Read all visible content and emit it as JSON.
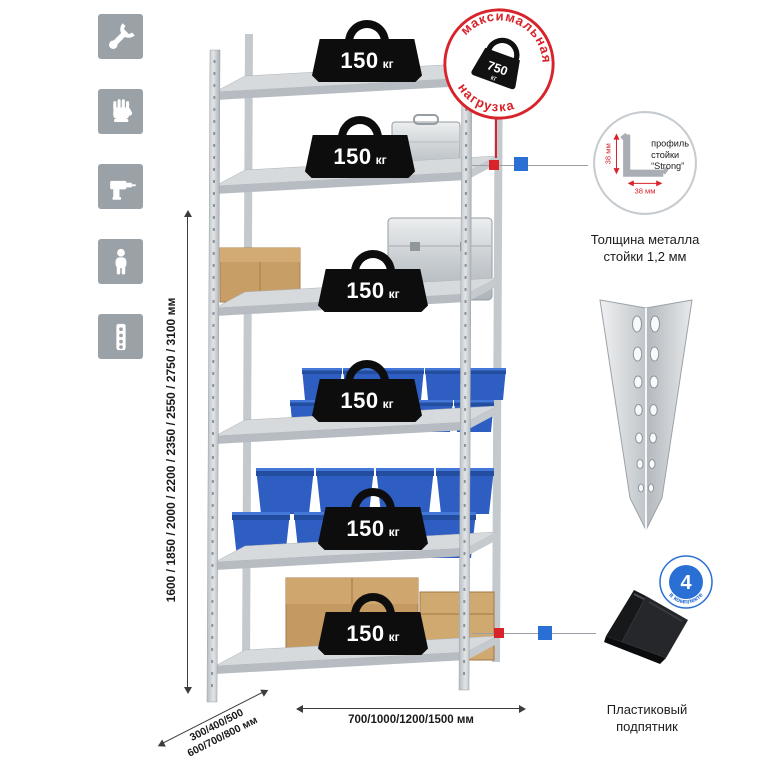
{
  "colors": {
    "accent_red": "#d8232a",
    "accent_blue": "#2a6fd4",
    "icon_bg": "#9aa1a7",
    "weight_black": "#0d0d0d",
    "bin_blue": "#2e5ec2",
    "cardboard": "#c59a62",
    "metal_light": "#dfe2e4",
    "metal_dark": "#aeb4b9"
  },
  "sidebar": {
    "icons": [
      {
        "name": "wrench-icon"
      },
      {
        "name": "glove-icon"
      },
      {
        "name": "drill-icon"
      },
      {
        "name": "person-icon"
      },
      {
        "name": "post-holes-icon"
      }
    ]
  },
  "stamp": {
    "arc_top": "максимальная",
    "arc_bottom": "нагрузка",
    "value": "750",
    "unit": "кг"
  },
  "rack": {
    "shelves": [
      {
        "value": "150",
        "unit": "кг"
      },
      {
        "value": "150",
        "unit": "кг"
      },
      {
        "value": "150",
        "unit": "кг"
      },
      {
        "value": "150",
        "unit": "кг"
      },
      {
        "value": "150",
        "unit": "кг"
      },
      {
        "value": "150",
        "unit": "кг"
      }
    ]
  },
  "dimensions": {
    "height": "1600 / 1850 / 2000 / 2200 / 2350 / 2550 / 2750 / 3100 мм",
    "width": "700/1000/1200/1500 мм",
    "depth_line1": "300/400/500",
    "depth_line2": "600/700/800 мм"
  },
  "profile": {
    "line1": "профиль",
    "line2": "стойки",
    "line3": "“Strong”",
    "dim_vertical": "38 мм",
    "dim_horizontal": "38 мм",
    "caption_line1": "Толщина металла",
    "caption_line2": "стойки 1,2 мм"
  },
  "foot": {
    "badge_value": "4",
    "badge_arc": "в комплекте",
    "caption_line1": "Пластиковый",
    "caption_line2": "подпятник"
  }
}
